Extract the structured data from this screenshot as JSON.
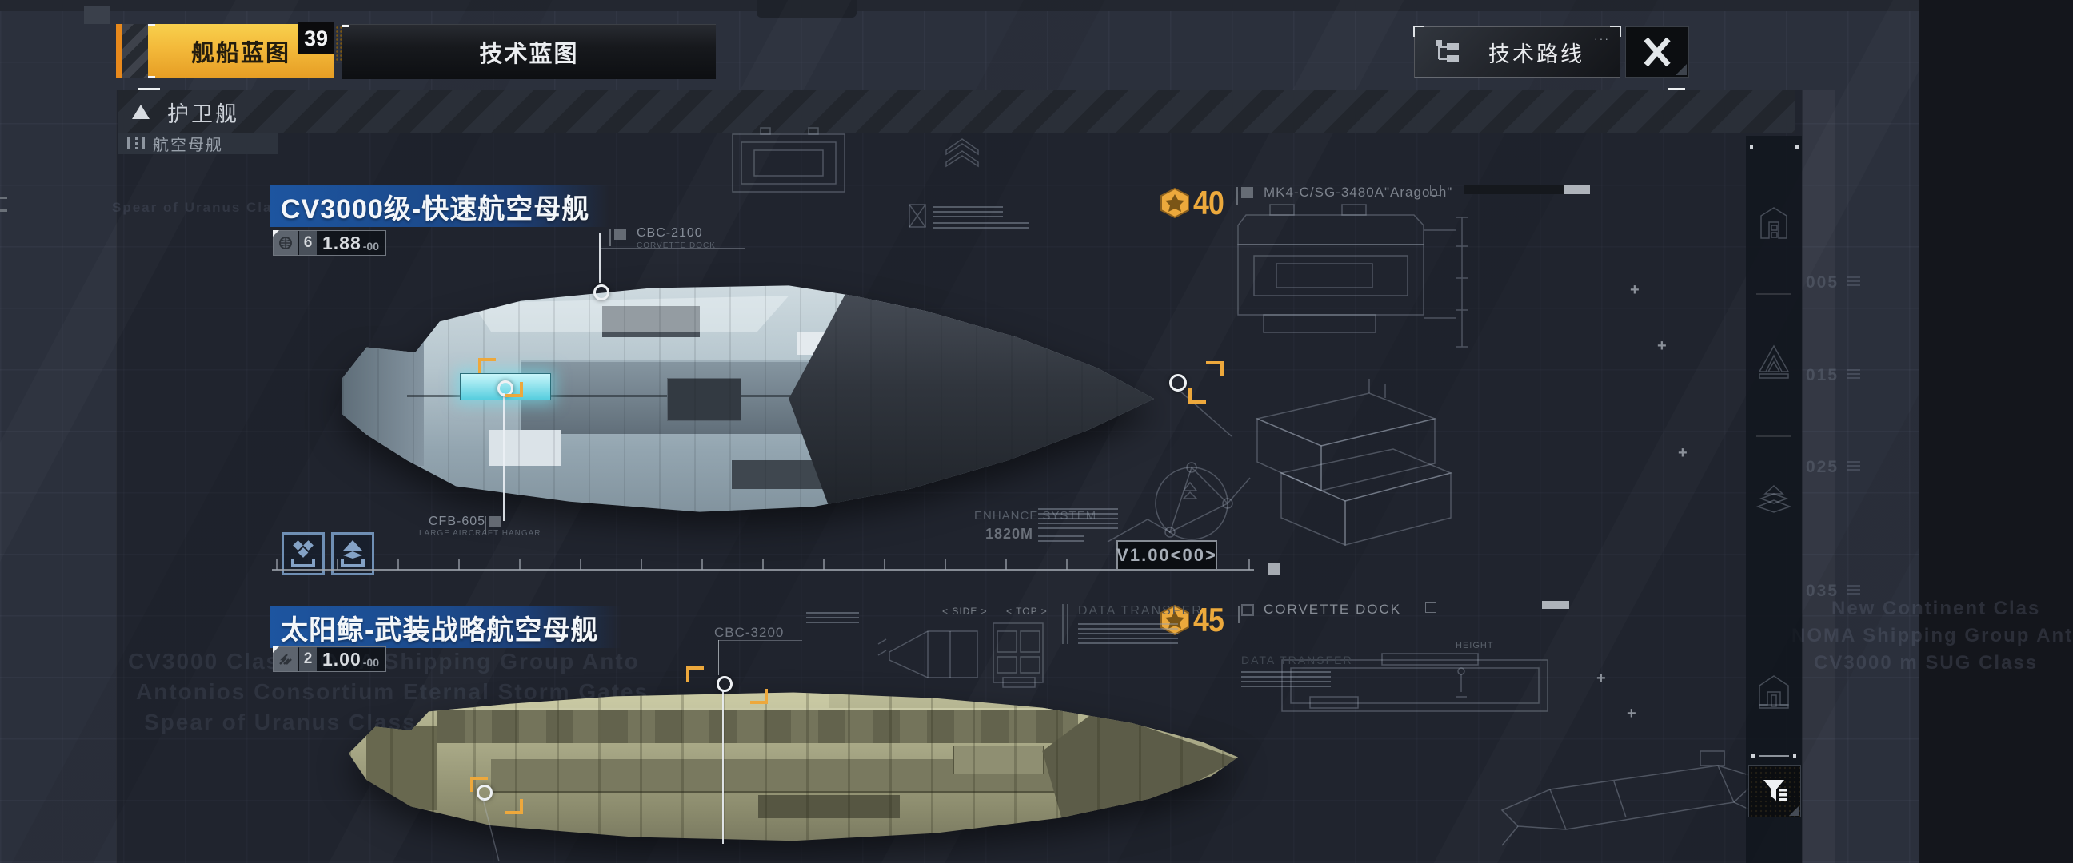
{
  "top_bar": {
    "ship_tab": {
      "label": "舰船蓝图",
      "badge": "39"
    },
    "tech_tab": {
      "label": "技术蓝图"
    },
    "tech_route": {
      "label": "技术路线",
      "dots": "···"
    }
  },
  "section": {
    "label": "护卫舰"
  },
  "category": {
    "label": "航空母舰"
  },
  "ships": [
    {
      "name": "CV3000级-快速航空母舰",
      "level": "6",
      "version": "1.88",
      "version_sub": "-00",
      "cost": "40"
    },
    {
      "name": "太阳鲸-武装战略航空母舰",
      "level": "2",
      "version": "1.00",
      "version_sub": "-00",
      "cost": "45"
    }
  ],
  "annotations": {
    "cbc2100": "CBC-2100",
    "corvette_dock_sub": "CORVETTE DOCK",
    "cfb605": "CFB-605",
    "hangar_sub": "LARGE AIRCRAFT HANGAR",
    "enhance": "ENHANCE SYSTEM",
    "length": "1820M",
    "vtag": "V1.00<00>",
    "mk4": "MK4-C/SG-3480A\"Aragoon\"",
    "cbc3200": "CBC-3200",
    "side": "< SIDE >",
    "top": "< TOP >",
    "data_transfer": "DATA TRANSFER",
    "corvette_dock2": "CORVETTE DOCK",
    "data_transfer2": "DATA TRANSFER",
    "height": "HEIGHT"
  },
  "ruler_marks": [
    "005",
    "015",
    "025",
    "035"
  ],
  "bg_text": {
    "top_left": "Spear of Uranus Cla",
    "b1": "CV3000 Class NOMA Shipping Group Anto",
    "b2": "Antonios Consortium Eternal Storm Gates",
    "b3": "Spear of Uranus Class NOMA Shipping Gro",
    "r1": "New Continent Clas",
    "r2": "NOMA Shipping Group Ant",
    "r3": "CV3000 m SUG Class"
  },
  "colors": {
    "accent_gold": "#eca93c",
    "tab_yellow": "#f3b93a",
    "banner_blue": "#1d55a0",
    "cyan_glow": "#8ae6f0",
    "orange_bracket": "#eda83c"
  }
}
